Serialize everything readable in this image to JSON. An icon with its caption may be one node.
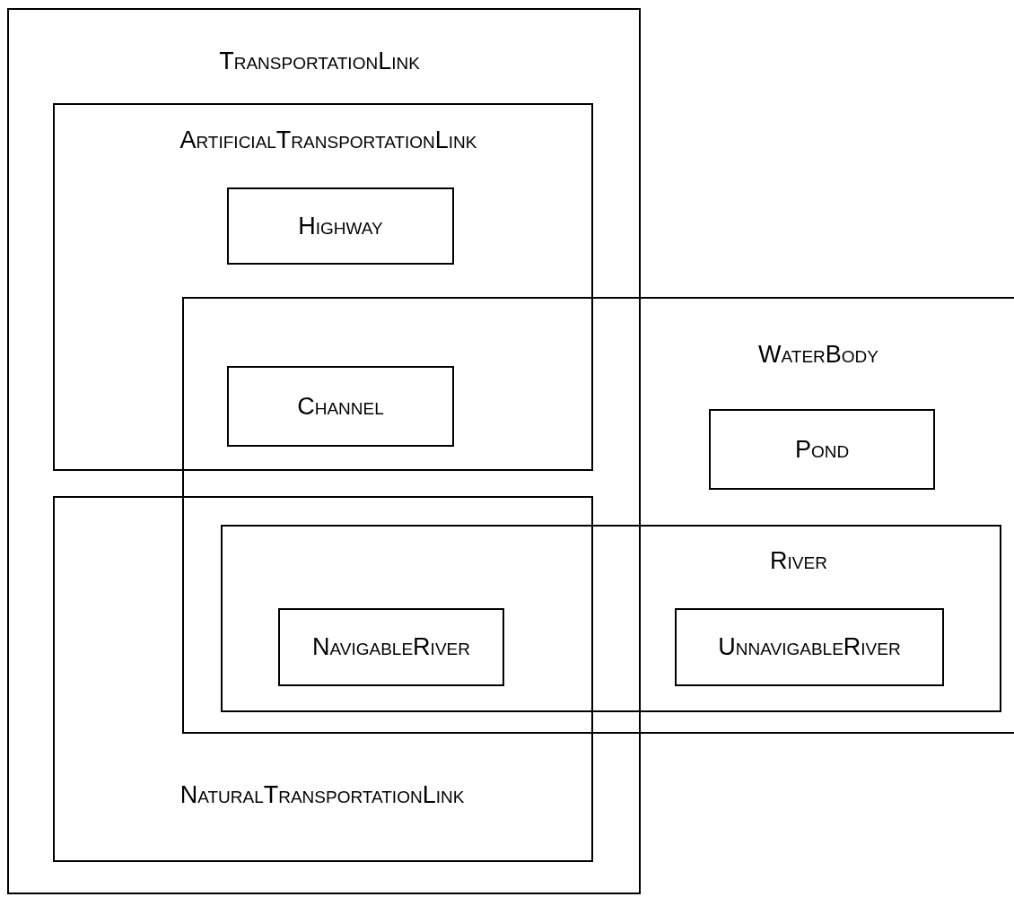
{
  "diagram": {
    "nodes": [
      {
        "text": [
          "TransportationLink"
        ]
      },
      {
        "text": [
          "ArtificialTransportationLink"
        ],
        "in": 0
      },
      {
        "text": [
          "Highway"
        ],
        "in": 1
      },
      {
        "text": [
          "WaterBody"
        ]
      },
      {
        "text": [
          "Channel"
        ]
      },
      {
        "text": [
          "Pond"
        ],
        "in": 3
      },
      {
        "text": [
          "NaturalTransportationLink"
        ],
        "in": 0
      },
      {
        "text": [
          "River"
        ],
        "in": 3
      },
      {
        "text": [
          "NavigableRiver"
        ]
      },
      {
        "text": [
          "UnnavigableRiver"
        ],
        "in": 7
      }
    ]
  }
}
